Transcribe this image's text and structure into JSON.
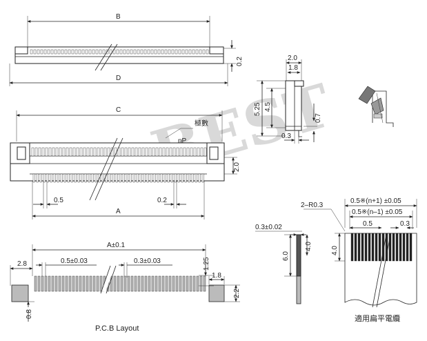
{
  "watermark": "BEST",
  "top_view": {
    "dim_b": "B",
    "dim_d": "D",
    "dim_height": "0.2"
  },
  "front_view": {
    "dim_c": "C",
    "dim_a": "A",
    "pin_label": "nP",
    "pin_label_cn": "極數",
    "dim_depth": "2.0",
    "dim_pitch": "0.5",
    "dim_edge": "0.2"
  },
  "side_view": {
    "dim_top_outer": "2.0",
    "dim_top_inner": "1.8",
    "dim_h_outer": "5.25",
    "dim_h_inner": "4.5",
    "dim_right": "0.7",
    "dim_bottom": "0.3"
  },
  "pcb_layout": {
    "dim_a_tol": "A±0.1",
    "dim_left": "2.8",
    "dim_pitch_tol": "0.5±0.03",
    "dim_pad_tol": "0.3±0.03",
    "dim_pad_len": "1.25",
    "dim_tab_w": "1.8",
    "dim_tab_h": "2.2",
    "dim_bottom": "0.8",
    "caption": "P.C.B Layout"
  },
  "cable_thickness": {
    "dim_thick": "0.3±0.02",
    "dim_total": "6.0",
    "dim_exposed": "4.0"
  },
  "fpc_cable": {
    "dim_radius": "2–R0.3",
    "dim_width_n1": "0.5※(n+1) ±0.05",
    "dim_width_nm1": "0.5※(n–1) ±0.05",
    "dim_pitch": "0.5",
    "dim_trace": "0.3",
    "dim_len": "4.0",
    "caption": "適用扁平電纜"
  }
}
